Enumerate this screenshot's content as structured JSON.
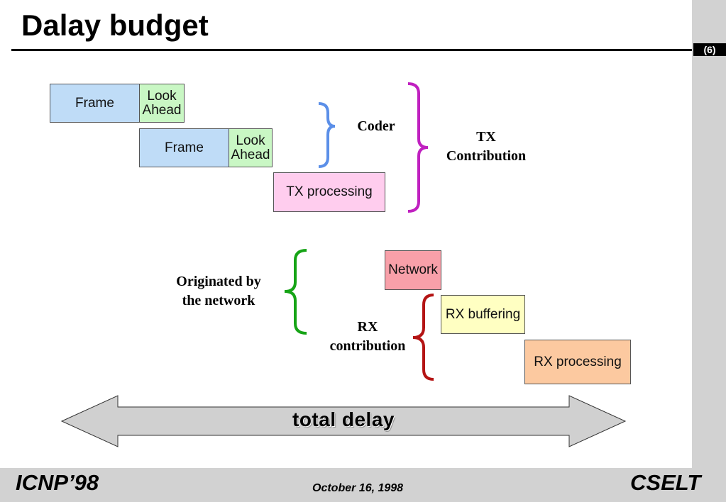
{
  "title": "Dalay budget",
  "page_tag": "(6)",
  "boxes": {
    "frame1": "Frame",
    "lookahead1": "Look Ahead",
    "frame2": "Frame",
    "lookahead2": "Look Ahead",
    "tx_processing": "TX processing",
    "network": "Network",
    "rx_buffering": "RX buffering",
    "rx_processing": "RX processing"
  },
  "labels": {
    "coder": "Coder",
    "tx_contribution_line1": "TX",
    "tx_contribution_line2": "Contribution",
    "originated_line1": "Originated by",
    "originated_line2": "the network",
    "rx_contribution_line1": "RX",
    "rx_contribution_line2": "contribution"
  },
  "arrow": {
    "label": "total delay"
  },
  "footer": {
    "left": "ICNP’98",
    "center": "October 16, 1998",
    "right": "CSELT"
  },
  "colors": {
    "frame": "#bfdcf7",
    "lookahead": "#c9f7c4",
    "tx_processing": "#ffcdee",
    "network": "#f8a0a9",
    "rx_buffering": "#ffffc2",
    "rx_processing": "#fcc9a0",
    "coder_brace": "#5b8fe8",
    "tx_brace": "#c020c0",
    "network_brace": "#16a416",
    "rx_brace": "#b41414"
  }
}
